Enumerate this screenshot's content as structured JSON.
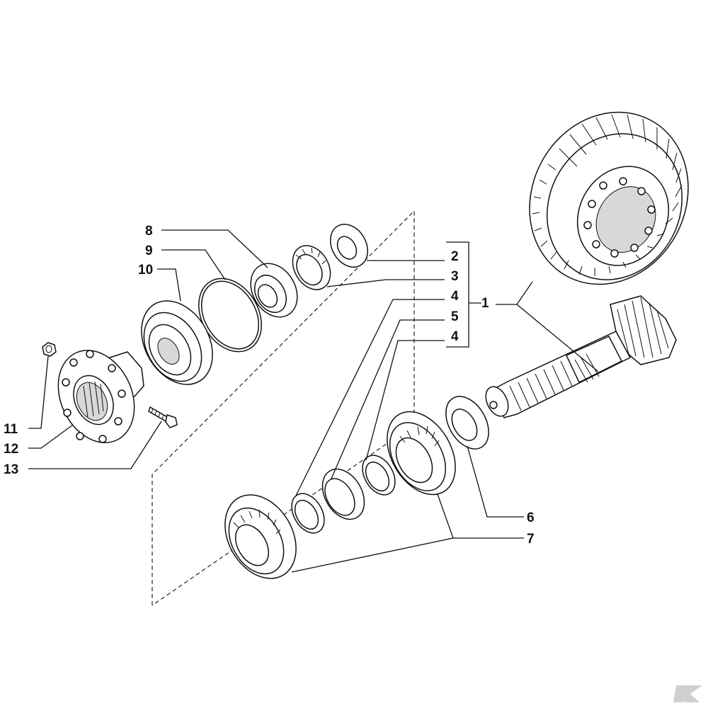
{
  "callouts": {
    "c1": "1",
    "c2": "2",
    "c3": "3",
    "c4a": "4",
    "c5": "5",
    "c4b": "4",
    "c6": "6",
    "c7": "7",
    "c8": "8",
    "c9": "9",
    "c10": "10",
    "c11": "11",
    "c12": "12",
    "c13": "13"
  },
  "colors": {
    "line": "#111111",
    "background": "#ffffff",
    "logo": "#d0d0d0"
  },
  "icons": {
    "watermark": "brand-logo-icon"
  }
}
